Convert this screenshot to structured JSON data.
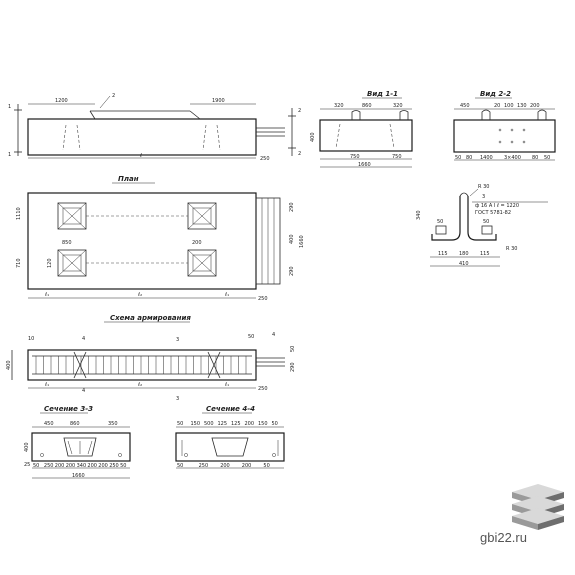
{
  "titles": {
    "plan": "План",
    "reinforcement_scheme": "Схема армирования",
    "view_1_1": "Вид 1-1",
    "view_2_2": "Вид 2-2",
    "section_3_3": "Сечение 3-3",
    "section_4_4": "Сечение 4-4"
  },
  "elevation": {
    "dim_left": "1200",
    "dim_right": "1900",
    "dim_end": "250",
    "length_symbol": "ℓ",
    "mark_1": "1",
    "mark_2": "2"
  },
  "plan": {
    "dims_vertical": [
      "1110",
      "710",
      "290",
      "400",
      "290",
      "1660"
    ],
    "dims_inner": [
      "850",
      "200",
      "120"
    ],
    "dims_bottom": [
      "ℓ₁",
      "ℓ₂",
      "ℓ₁",
      "250"
    ]
  },
  "view_1_1": {
    "dims_top": [
      "320",
      "860",
      "320"
    ],
    "dims_bottom": [
      "750",
      "750"
    ],
    "total": "1660",
    "height": "400"
  },
  "view_2_2": {
    "dims_top": [
      "450",
      "20",
      "100",
      "130",
      "200"
    ],
    "dims_bottom": [
      "50",
      "80",
      "1400",
      "3×400",
      "80",
      "50"
    ]
  },
  "hook_detail": {
    "r_top": "R 30",
    "note_line_1": "ф 16 А І ℓ = 1220",
    "note_line_2": "ГОСТ 5781-82",
    "mark": "3",
    "dims": [
      "50",
      "50",
      "115",
      "180",
      "115",
      "410"
    ],
    "height": "340",
    "r_bottom": "R 30"
  },
  "reinforcement": {
    "marks": [
      "10",
      "4",
      "3",
      "50",
      "4",
      "3",
      "4"
    ],
    "dims_bottom": [
      "ℓ₁",
      "ℓ₂",
      "ℓ₁",
      "250"
    ],
    "side_dims": [
      "400",
      "290",
      "50"
    ]
  },
  "section_3_3": {
    "dims_top": [
      "450",
      "860",
      "350"
    ],
    "dims_bottom": [
      "50",
      "250",
      "200",
      "200",
      "340",
      "200",
      "200",
      "250",
      "50"
    ],
    "total": "1660",
    "side": [
      "400",
      "25"
    ]
  },
  "section_4_4": {
    "dims_top": [
      "50",
      "150",
      "500",
      "125",
      "125",
      "200",
      "150",
      "50"
    ],
    "dims_bottom": [
      "50",
      "250",
      "200",
      "200",
      "50"
    ]
  },
  "watermark": "gbi22.ru",
  "colors": {
    "line": "#2a2a2a",
    "logo_top": "#d9d9d9",
    "logo_side": "#9a9a9a",
    "logo_dark": "#6e6e6e"
  },
  "icons": {
    "logo": "stacked-slabs-logo"
  }
}
